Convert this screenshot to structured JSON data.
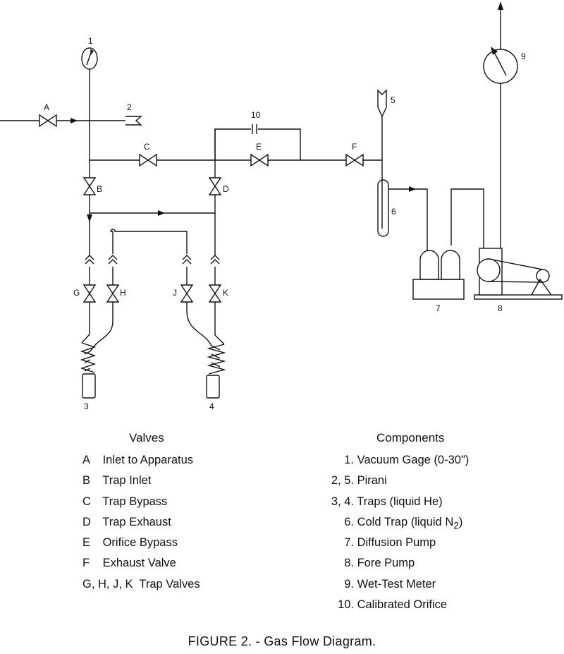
{
  "diagram": {
    "labels": {
      "A": "A",
      "B": "B",
      "C": "C",
      "D": "D",
      "E": "E",
      "F": "F",
      "G": "G",
      "H": "H",
      "J": "J",
      "K": "K",
      "n1": "1",
      "n2": "2",
      "n3": "3",
      "n4": "4",
      "n5": "5",
      "n6": "6",
      "n7": "7",
      "n8": "8",
      "n9": "9",
      "n10": "10"
    }
  },
  "legend": {
    "valves_title": "Valves",
    "valves": [
      {
        "key": "A",
        "text": "Inlet to Apparatus"
      },
      {
        "key": "B",
        "text": "Trap Inlet"
      },
      {
        "key": "C",
        "text": "Trap Bypass"
      },
      {
        "key": "D",
        "text": "Trap Exhaust"
      },
      {
        "key": "E",
        "text": "Orifice Bypass"
      },
      {
        "key": "F",
        "text": "Exhaust Valve"
      },
      {
        "key": "G, H, J, K",
        "text": "Trap Valves"
      }
    ],
    "components_title": "Components",
    "components": [
      {
        "key": "1.",
        "text": "Vacuum Gage (0-30\")"
      },
      {
        "key": "2, 5.",
        "text": "Pirani"
      },
      {
        "key": "3, 4.",
        "text": "Traps (liquid He)"
      },
      {
        "key": "6.",
        "text": "Cold Trap (liquid N",
        "sub": "2",
        "after": ")"
      },
      {
        "key": "7.",
        "text": "Diffusion Pump"
      },
      {
        "key": "8.",
        "text": "Fore Pump"
      },
      {
        "key": "9.",
        "text": "Wet-Test Meter"
      },
      {
        "key": "10.",
        "text": "Calibrated Orifice"
      }
    ]
  },
  "caption": "FIGURE 2. - Gas Flow Diagram."
}
